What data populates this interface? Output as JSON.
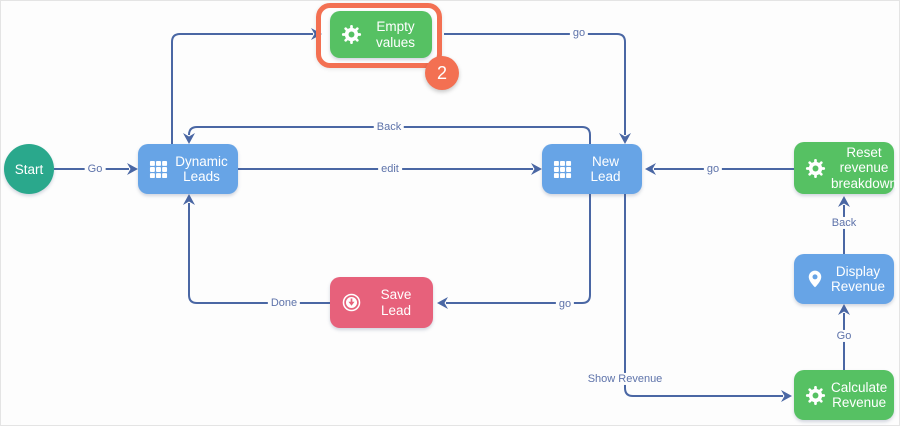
{
  "colors": {
    "node-blue": "#67a4e6",
    "node-green": "#56c163",
    "node-teal": "#2aa88c",
    "node-pink": "#e7617b",
    "edge": "#4a67a4",
    "edge-label": "#5e73aa",
    "highlight": "#f37052",
    "canvas-bg": "#fdfdfd",
    "canvas-border": "#e4e4e4"
  },
  "nodes": {
    "start": {
      "label": "Start",
      "type": "start"
    },
    "dynamic_leads": {
      "label": "Dynamic Leads",
      "icon": "grid-icon"
    },
    "empty_values": {
      "label": "Empty values",
      "icon": "gear-icon"
    },
    "new_lead": {
      "label": "New Lead",
      "icon": "grid-icon"
    },
    "save_lead": {
      "label": "Save Lead",
      "icon": "save-download-icon"
    },
    "reset_revenue_breakdown": {
      "label": "Reset revenue breakdown",
      "icon": "gear-icon"
    },
    "display_revenue": {
      "label": "Display Revenue",
      "icon": "map-pin-icon"
    },
    "calculate_revenue": {
      "label": "Calculate Revenue",
      "icon": "gear-icon"
    }
  },
  "edges": {
    "start_to_dynamic_leads": {
      "label": "Go"
    },
    "dynamic_leads_to_empty_values": {
      "label": ""
    },
    "empty_values_to_new_lead": {
      "label": "go"
    },
    "new_lead_to_dynamic_leads": {
      "label": "Back"
    },
    "dynamic_leads_to_new_lead": {
      "label": "edit"
    },
    "new_lead_to_save_lead": {
      "label": "go"
    },
    "save_lead_to_dynamic_leads": {
      "label": "Done"
    },
    "reset_revenue_breakdown_to_new_lead": {
      "label": "go"
    },
    "display_revenue_to_reset_revenue_breakdown": {
      "label": "Back"
    },
    "calculate_revenue_to_display_revenue": {
      "label": "Go"
    },
    "new_lead_to_calculate_revenue": {
      "label": "Show Revenue"
    }
  },
  "annotation": {
    "badge": "2"
  }
}
